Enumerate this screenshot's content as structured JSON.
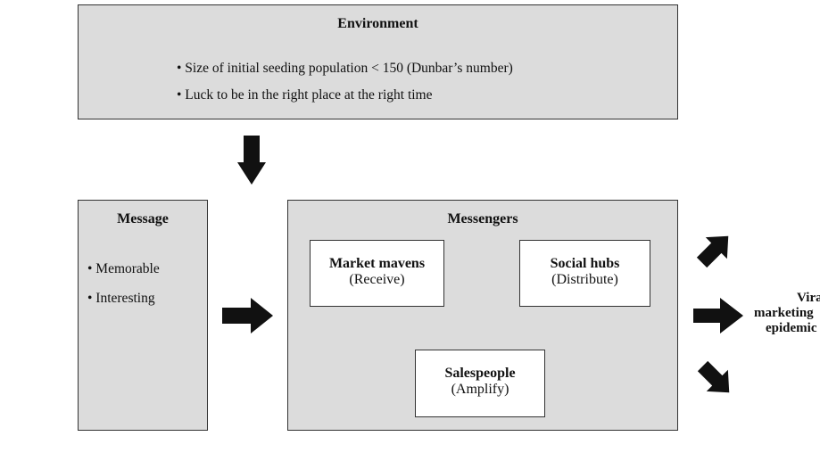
{
  "environment": {
    "title": "Environment",
    "bullets": [
      "• Size of initial seeding population < 150 (Dunbar’s number)",
      "• Luck to be in the right place at the right time"
    ]
  },
  "message": {
    "title": "Message",
    "bullets": [
      "• Memorable",
      "• Interesting"
    ]
  },
  "messengers": {
    "title": "Messengers",
    "market_mavens": {
      "name": "Market mavens",
      "role": "(Receive)"
    },
    "social_hubs": {
      "name": "Social hubs",
      "role": "(Distribute)"
    },
    "salespeople": {
      "name": "Salespeople",
      "role": "(Amplify)"
    }
  },
  "outcome": {
    "lines": [
      "Viral",
      "marketing",
      "epidemic"
    ]
  }
}
